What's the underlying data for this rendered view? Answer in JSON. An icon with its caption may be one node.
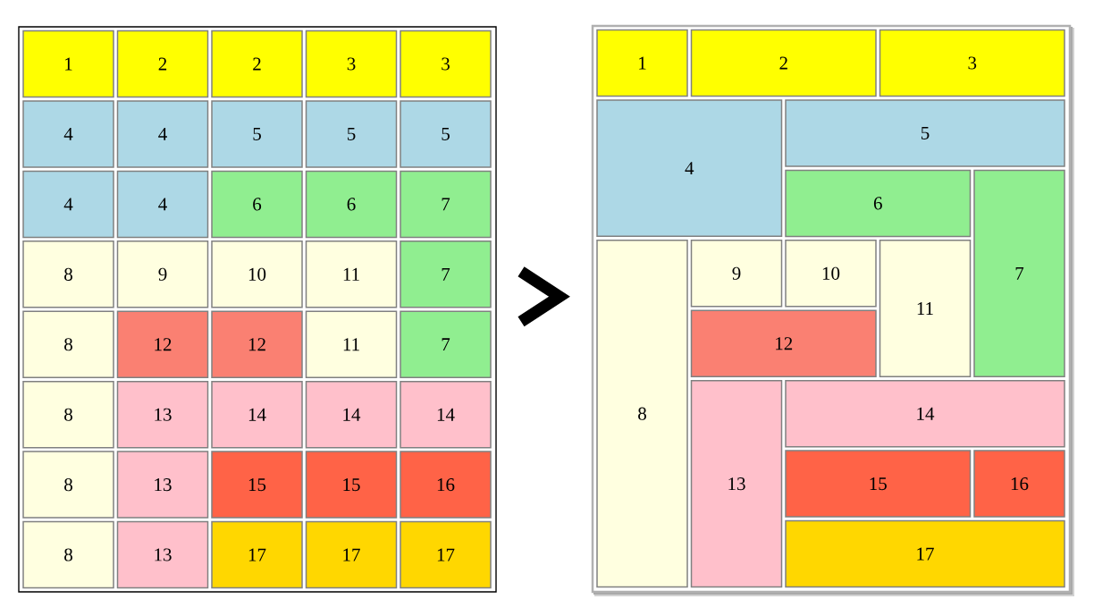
{
  "diagram": {
    "nodes": [
      {
        "text": [],
        "shape": "box"
      },
      {
        "text": [
          "1"
        ],
        "in": 0
      },
      {
        "text": [
          "2"
        ],
        "in": 0
      },
      {
        "text": [
          "2"
        ],
        "in": 0
      },
      {
        "text": [
          "3"
        ],
        "in": 0
      },
      {
        "text": [
          "3"
        ],
        "in": 0
      },
      {
        "text": [
          "4"
        ],
        "in": 0
      },
      {
        "text": [
          "4"
        ],
        "in": 0
      },
      {
        "text": [
          "5"
        ],
        "in": 0
      },
      {
        "text": [
          "5"
        ],
        "in": 0
      },
      {
        "text": [
          "5"
        ],
        "in": 0
      },
      {
        "text": [
          "4"
        ],
        "in": 0
      },
      {
        "text": [
          "4"
        ],
        "in": 0
      },
      {
        "text": [
          "6"
        ],
        "in": 0
      },
      {
        "text": [
          "6"
        ],
        "in": 0
      },
      {
        "text": [
          "7"
        ],
        "in": 0
      },
      {
        "text": [
          "8"
        ],
        "in": 0
      },
      {
        "text": [
          "9"
        ],
        "in": 0
      },
      {
        "text": [
          "10"
        ],
        "in": 0
      },
      {
        "text": [
          "11"
        ],
        "in": 0
      },
      {
        "text": [
          "7"
        ],
        "in": 0
      },
      {
        "text": [
          "8"
        ],
        "in": 0
      },
      {
        "text": [
          "12"
        ],
        "in": 0
      },
      {
        "text": [
          "12"
        ],
        "in": 0
      },
      {
        "text": [
          "11"
        ],
        "in": 0
      },
      {
        "text": [
          "7"
        ],
        "in": 0
      },
      {
        "text": [
          "8"
        ],
        "in": 0
      },
      {
        "text": [
          "13"
        ],
        "in": 0
      },
      {
        "text": [
          "14"
        ],
        "in": 0
      },
      {
        "text": [
          "14"
        ],
        "in": 0
      },
      {
        "text": [
          "14"
        ],
        "in": 0
      },
      {
        "text": [
          "8"
        ],
        "in": 0
      },
      {
        "text": [
          "13"
        ],
        "in": 0
      },
      {
        "text": [
          "15"
        ],
        "in": 0
      },
      {
        "text": [
          "15"
        ],
        "in": 0
      },
      {
        "text": [
          "16"
        ],
        "in": 0
      },
      {
        "text": [
          "8"
        ],
        "in": 0
      },
      {
        "text": [
          "13"
        ],
        "in": 0
      },
      {
        "text": [
          "17"
        ],
        "in": 0
      },
      {
        "text": [
          "17"
        ],
        "in": 0
      },
      {
        "text": [
          "17"
        ],
        "in": 0
      },
      {
        "text": [],
        "shape": "box"
      },
      {
        "text": [
          "1"
        ],
        "in": 41
      },
      {
        "text": [
          "2"
        ],
        "in": 41
      },
      {
        "text": [
          "3"
        ],
        "in": 41
      },
      {
        "text": [
          "4"
        ],
        "in": 41
      },
      {
        "text": [
          "5"
        ],
        "in": 41
      },
      {
        "text": [
          "6"
        ],
        "in": 41
      },
      {
        "text": [
          "7"
        ],
        "in": 41
      },
      {
        "text": [
          "8"
        ],
        "in": 41
      },
      {
        "text": [
          "9"
        ],
        "in": 41
      },
      {
        "text": [
          "10"
        ],
        "in": 41
      },
      {
        "text": [
          "11"
        ],
        "in": 41
      },
      {
        "text": [
          "12"
        ],
        "in": 41
      },
      {
        "text": [
          "13"
        ],
        "in": 41
      },
      {
        "text": [
          "14"
        ],
        "in": 41
      },
      {
        "text": [
          "15"
        ],
        "in": 41
      },
      {
        "text": [
          "16"
        ],
        "in": 41
      },
      {
        "text": [
          "17"
        ],
        "in": 41
      }
    ],
    "edges": [
      {
        "from": 0,
        "to": 41,
        "arrow": "to"
      }
    ]
  }
}
